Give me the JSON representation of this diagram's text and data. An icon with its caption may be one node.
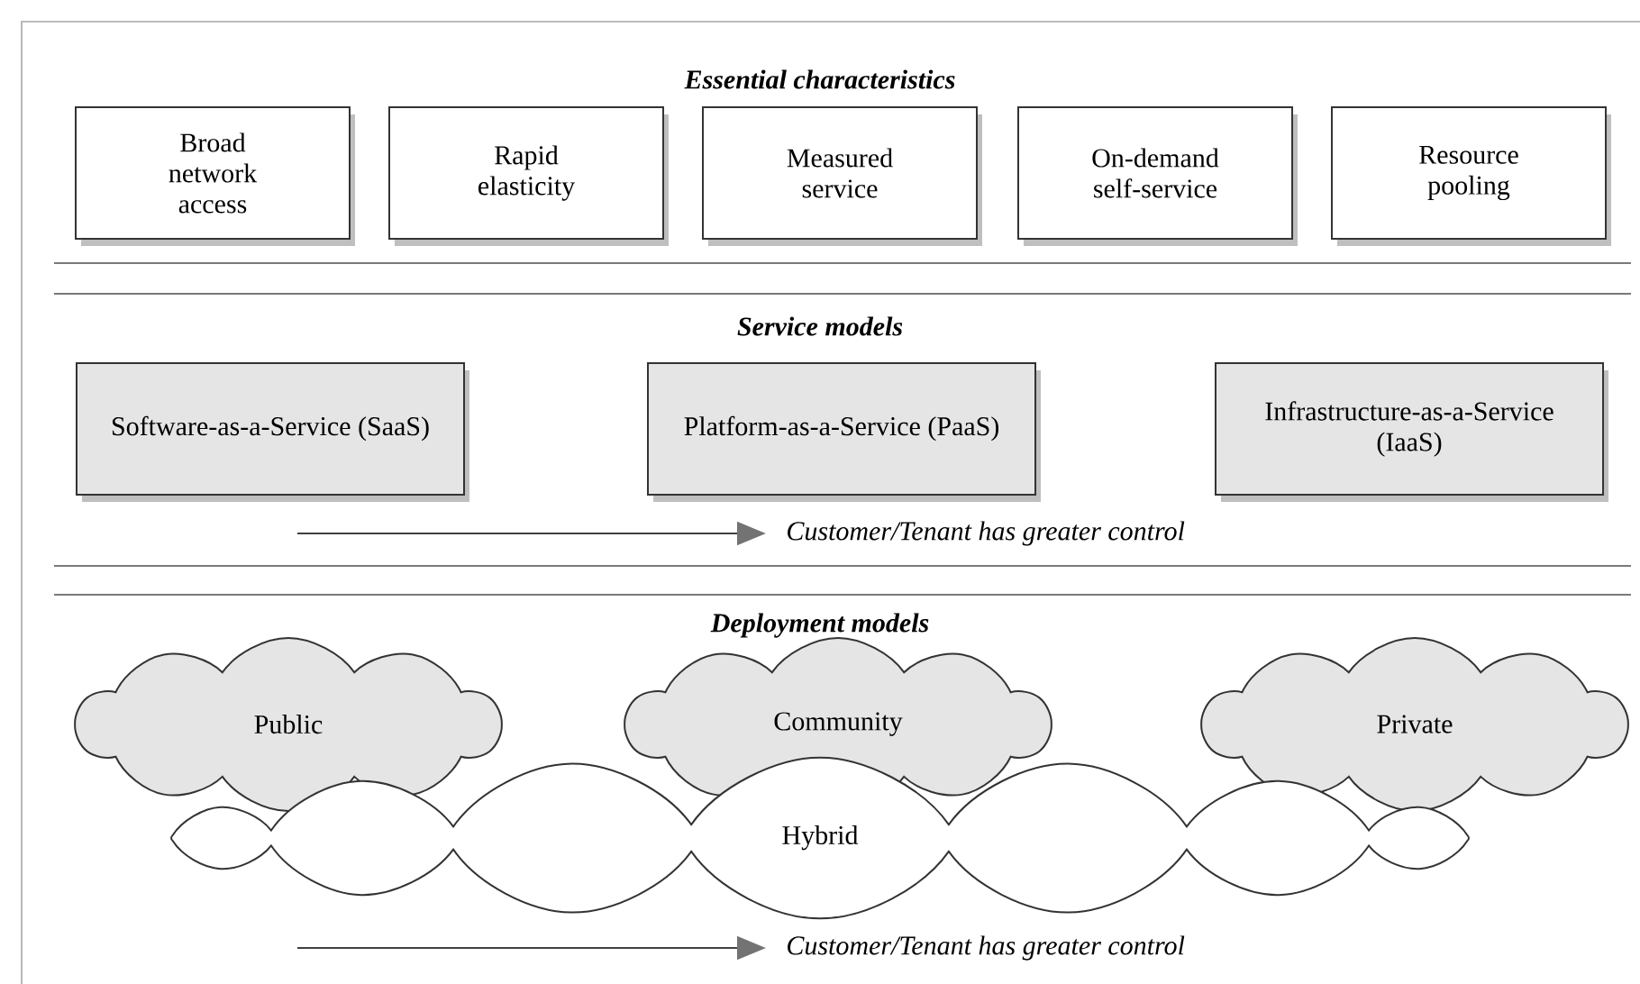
{
  "diagram": {
    "nodes": [
      {
        "text": [
          "Broad network access"
        ]
      },
      {
        "text": [
          "Rapid elasticity"
        ]
      },
      {
        "text": [
          "Measured service"
        ]
      },
      {
        "text": [
          "On-demand self-service"
        ]
      },
      {
        "text": [
          "Resource pooling"
        ]
      },
      {
        "text": [
          "Software-as-a-Service (SaaS)"
        ]
      },
      {
        "text": [
          "Platform-as-a-Service (PaaS)"
        ]
      },
      {
        "text": [
          "Infrastructure-as-a-Service (IaaS)"
        ]
      },
      {
        "text": [
          "Public"
        ]
      },
      {
        "text": [
          "Community"
        ]
      },
      {
        "text": [
          "Private"
        ]
      },
      {
        "text": [
          "Hybrid"
        ]
      }
    ],
    "labels": [
      "Essential characteristics",
      "Service models",
      "Customer/Tenant has greater control",
      "Deployment models",
      "Customer/Tenant has greater control"
    ]
  }
}
